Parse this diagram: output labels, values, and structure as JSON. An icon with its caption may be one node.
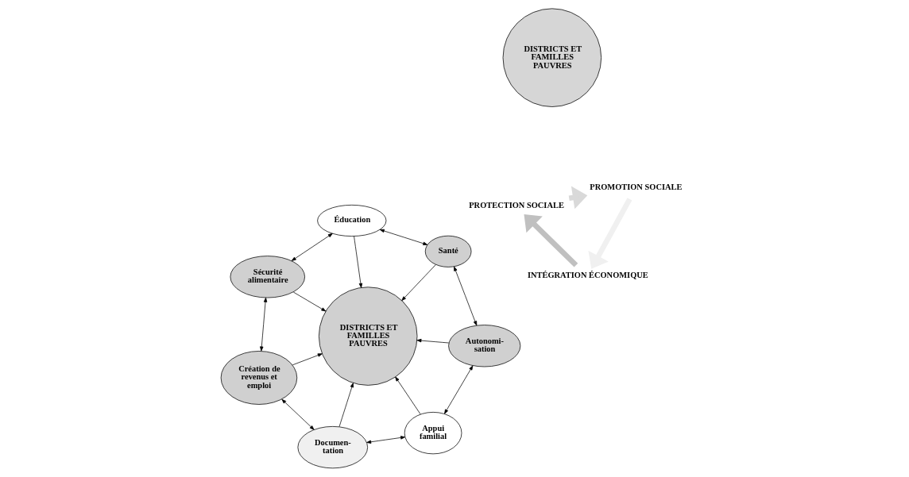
{
  "diagram": {
    "nodes": [
      {
        "text": [
          "PROTECTION SOCIALE"
        ]
      },
      {
        "text": [
          "PROMOTION SOCIALE"
        ]
      },
      {
        "text": [
          "INTÉGRATION ÉCONOMIQUE"
        ]
      },
      {
        "text": [
          "DISTRICTS ET FAMILLES PAUVRES"
        ]
      },
      {
        "text": [
          "Sécurité alimentaire"
        ]
      },
      {
        "text": [
          "Éducation"
        ]
      },
      {
        "text": [
          "Création de revenus et emploi"
        ]
      },
      {
        "text": [
          "DISTRICTS ET FAMILLES PAUVRES"
        ]
      },
      {
        "text": [
          "Santé"
        ]
      },
      {
        "text": [
          "Documen- tation"
        ]
      },
      {
        "text": [
          "Autonomi- sation"
        ]
      },
      {
        "text": [
          "Appui familial"
        ]
      }
    ],
    "edges": [
      {
        "from": 0,
        "to": 1,
        "arrow": "to",
        "style": "thick",
        "color": "#d9d9d9"
      },
      {
        "from": 1,
        "to": 2,
        "arrow": "to",
        "style": "thick",
        "color": "#f0f0f0"
      },
      {
        "from": 2,
        "to": 0,
        "arrow": "to",
        "style": "thick",
        "color": "#c0c0c0"
      },
      {
        "from": 4,
        "to": 5,
        "arrow": "both"
      },
      {
        "from": 4,
        "to": 6,
        "arrow": "both"
      },
      {
        "from": 5,
        "to": 8,
        "arrow": "both"
      },
      {
        "from": 4,
        "to": 7,
        "arrow": "to"
      },
      {
        "from": 5,
        "to": 7,
        "arrow": "to"
      },
      {
        "from": 6,
        "to": 7,
        "arrow": "to"
      },
      {
        "from": 8,
        "to": 7,
        "arrow": "to"
      },
      {
        "from": 6,
        "to": 9,
        "arrow": "both"
      },
      {
        "from": 8,
        "to": 10,
        "arrow": "both"
      },
      {
        "from": 9,
        "to": 7,
        "arrow": "to"
      },
      {
        "from": 11,
        "to": 7,
        "arrow": "to"
      },
      {
        "from": 10,
        "to": 7,
        "arrow": "to"
      },
      {
        "from": 9,
        "to": 11,
        "arrow": "both"
      },
      {
        "from": 11,
        "to": 10,
        "arrow": "both"
      }
    ]
  }
}
